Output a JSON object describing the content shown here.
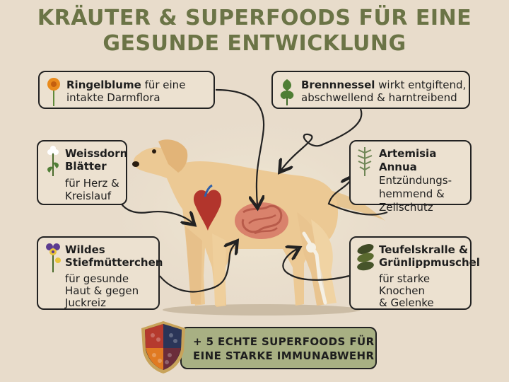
{
  "title": {
    "line1": "KRÄUTER & SUPERFOODS FÜR EINE",
    "line2": "GESUNDE ENTWICKLUNG"
  },
  "boxes": {
    "ringelblume": {
      "name": "Ringelblume",
      "desc1": " für eine",
      "desc2": "intakte Darmflora"
    },
    "brennnessel": {
      "name": "Brennnessel",
      "desc1": " wirkt entgiftend,",
      "desc2": "abschwellend & harntreibend"
    },
    "weissdorn": {
      "name1": "Weissdorn",
      "name2": "Blätter",
      "desc1": "für Herz &",
      "desc2": "Kreislauf"
    },
    "artemisia": {
      "name": "Artemisia Annua",
      "desc1": "Entzündungs-",
      "desc2": "hemmend &",
      "desc3": "Zellschutz"
    },
    "stiefmuetterchen": {
      "name1": "Wildes",
      "name2": "Stiefmütterchen",
      "desc1": "für gesunde",
      "desc2": "Haut & gegen",
      "desc3": "Juckreiz"
    },
    "teufelskralle": {
      "name1": "Teufelskralle &",
      "name2": "Grünlippmuschel",
      "desc1": "für starke",
      "desc2": "Knochen",
      "desc3": "& Gelenke"
    }
  },
  "banner": {
    "line1": "+ 5 ECHTE SUPERFOODS FÜR",
    "line2": "EINE STARKE IMMUNABWEHR"
  },
  "colors": {
    "background": "#e8dccb",
    "title": "#6b7446",
    "banner": "#a8b083",
    "border": "#222222"
  },
  "icons": [
    "calendula-flower-icon",
    "nettle-leaf-icon",
    "hawthorn-blossom-icon",
    "artemisia-plant-icon",
    "pansy-flower-icon",
    "mussel-shell-icon",
    "superfood-shield-icon",
    "dog-anatomy-illustration"
  ]
}
